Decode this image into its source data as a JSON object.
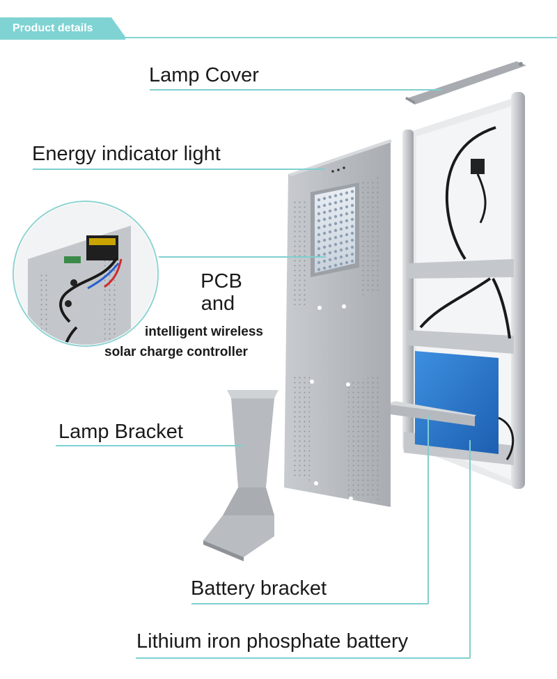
{
  "header": {
    "title": "Product details"
  },
  "labels": {
    "lamp_cover": "Lamp Cover",
    "energy_indicator": "Energy indicator light",
    "pcb": "PCB",
    "and": "and",
    "intelligent": "intelligent wireless",
    "controller": "solar charge controller",
    "lamp_bracket": "Lamp Bracket",
    "battery_bracket": "Battery bracket",
    "lithium_battery": "Lithium iron phosphate battery"
  },
  "colors": {
    "accent": "#7fd3d3",
    "accent_dark": "#5bbcbc",
    "line": "#7fcfcf",
    "panel_grey": "#b8bcc0",
    "battery_blue": "#2a7fd0",
    "text": "#1a1a1a"
  },
  "icons": {
    "header_tab": "ribbon-tab-shape"
  }
}
